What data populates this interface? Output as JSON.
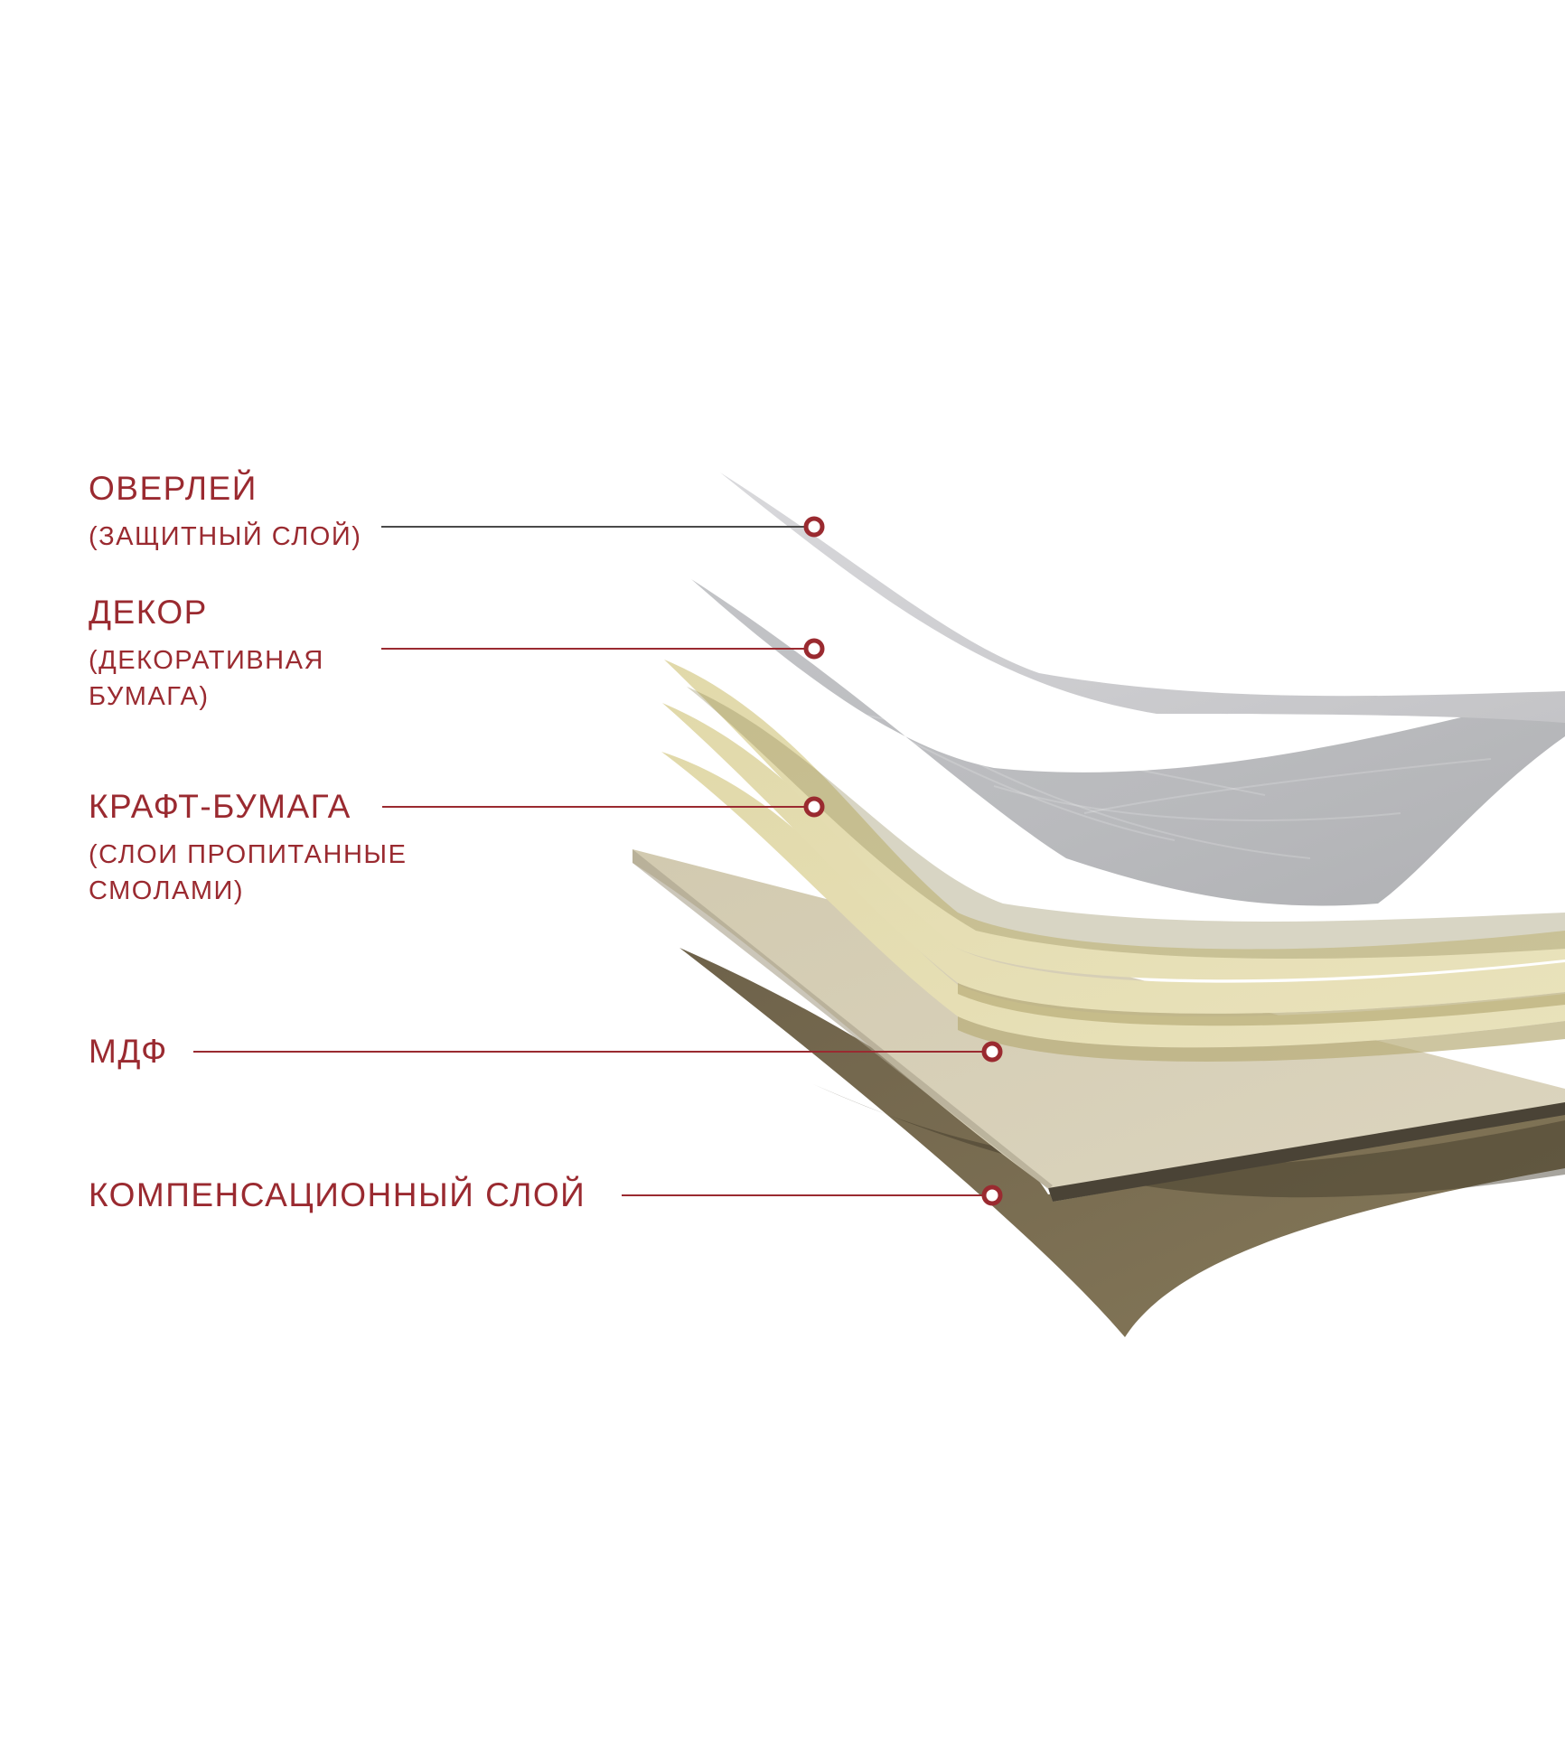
{
  "accent_color": "#9a2a30",
  "leader_color": "#9a2a30",
  "layers": [
    {
      "name": "ОВЕРЛЕЙ",
      "note": "(ЗАЩИТНЫЙ СЛОЙ)",
      "color": "#c9c9cc"
    },
    {
      "name": "ДЕКОР",
      "note": "(ДЕКОРАТИВНАЯ",
      "note2": "БУМАГА)",
      "color": "#bdbec1"
    },
    {
      "name": "КРАФТ-БУМАГА",
      "note": "(СЛОИ ПРОПИТАННЫЕ",
      "note2": "СМОЛАМИ)",
      "color": "#e3dcae"
    },
    {
      "name": "МДФ",
      "color": "#d7cfb6"
    },
    {
      "name": "КОМПЕНСАЦИОННЫЙ СЛОЙ",
      "color": "#7a6d51"
    }
  ]
}
